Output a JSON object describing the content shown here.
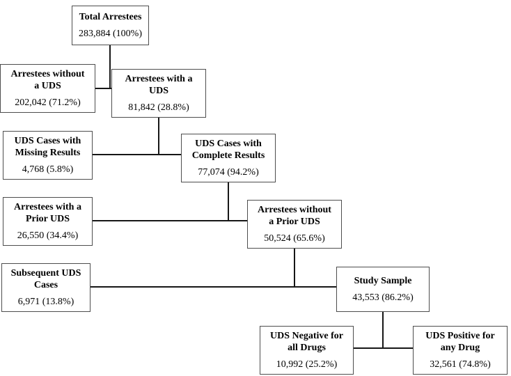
{
  "figure": {
    "description": "Study sample flow diagram of arrestees and urine drug screen (UDS) results",
    "nodes": [
      {
        "id": "total-arrestees",
        "title": "Total Arrestees",
        "value": "283,884 (100%)"
      },
      {
        "id": "arrestees-without-uds",
        "title": "Arrestees without a UDS",
        "value": "202,042 (71.2%)"
      },
      {
        "id": "arrestees-with-uds",
        "title": "Arrestees with a UDS",
        "value": "81,842 (28.8%)"
      },
      {
        "id": "uds-missing-results",
        "title": "UDS Cases with Missing Results",
        "value": "4,768 (5.8%)"
      },
      {
        "id": "uds-complete-results",
        "title": "UDS Cases with Complete Results",
        "value": "77,074 (94.2%)"
      },
      {
        "id": "arrestees-prior-uds",
        "title": "Arrestees with a Prior UDS",
        "value": "26,550 (34.4%)"
      },
      {
        "id": "arrestees-no-prior-uds",
        "title": "Arrestees without a Prior UDS",
        "value": "50,524 (65.6%)"
      },
      {
        "id": "subsequent-uds-cases",
        "title": "Subsequent UDS Cases",
        "value": "6,971 (13.8%)"
      },
      {
        "id": "study-sample",
        "title": "Study Sample",
        "value": "43,553 (86.2%)"
      },
      {
        "id": "uds-negative-all-drugs",
        "title": "UDS Negative for all Drugs",
        "value": "10,992 (25.2%)"
      },
      {
        "id": "uds-positive-any-drug",
        "title": "UDS Positive for any Drug",
        "value": "32,561 (74.8%)"
      }
    ],
    "colors": {
      "background": "#ffffff",
      "box_border": "#4d4d4d",
      "line": "#161616",
      "text": "#000000"
    }
  }
}
